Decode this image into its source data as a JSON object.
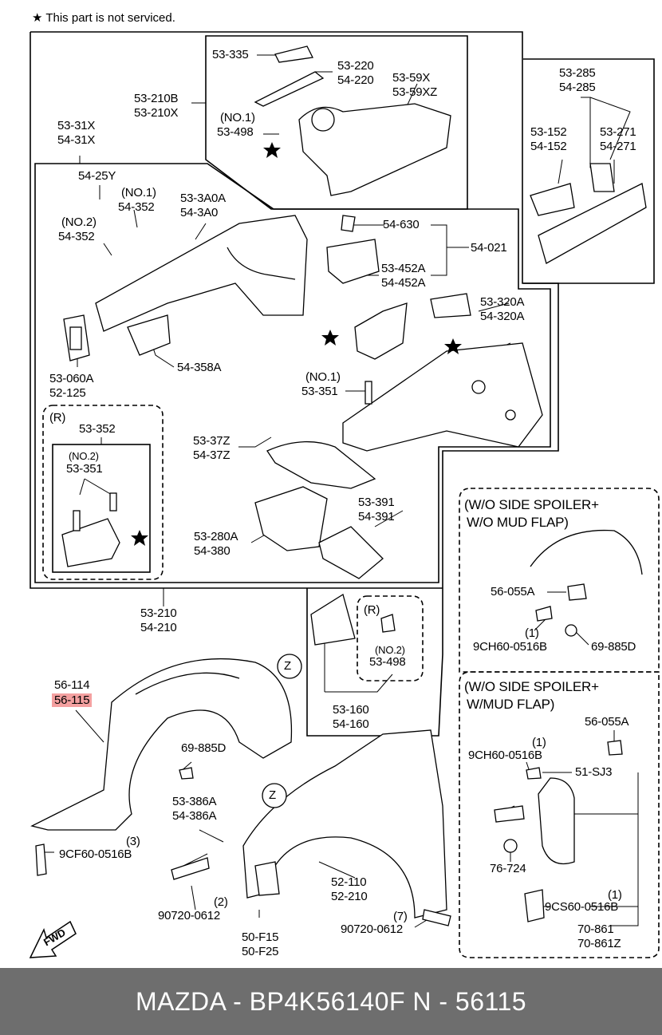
{
  "note": "★ This part is not serviced.",
  "labels": {
    "l_53335": "53-335",
    "l_53220": "53-220",
    "l_54220": "54-220",
    "l_5359x": "53-59X",
    "l_5359xz": "53-59XZ",
    "l_53210b": "53-210B",
    "l_53210x": "53-210X",
    "l_no1a": "(NO.1)",
    "l_53498a": "53-498",
    "l_5331x": "53-31X",
    "l_5431x": "54-31X",
    "l_5425y": "54-25Y",
    "l_no1b": "(NO.1)",
    "l_54352a": "54-352",
    "l_no2a": "(NO.2)",
    "l_54352b": "54-352",
    "l_533a0a": "53-3A0A",
    "l_543a0": "54-3A0",
    "l_54630": "54-630",
    "l_54021": "54-021",
    "l_53452a": "53-452A",
    "l_54452a": "54-452A",
    "l_53285": "53-285",
    "l_54285": "54-285",
    "l_53152": "53-152",
    "l_54152": "54-152",
    "l_53271": "53-271",
    "l_54271": "54-271",
    "l_53320a": "53-320A",
    "l_54320a": "54-320A",
    "l_54358a": "54-358A",
    "l_53060a": "53-060A",
    "l_52125": "52-125",
    "l_no1c": "(NO.1)",
    "l_53351a": "53-351",
    "l_r1": "(R)",
    "l_53352": "53-352",
    "l_no2b": "(NO.2)",
    "l_53351b": "53-351",
    "l_5337z": "53-37Z",
    "l_5437z": "54-37Z",
    "l_53391": "53-391",
    "l_54391": "54-391",
    "l_53280a": "53-280A",
    "l_54380": "54-380",
    "l_wo1a": "(W/O SIDE SPOILER+",
    "l_wo1b": "W/O MUD FLAP)",
    "l_56055a1": "56-055A",
    "l_q1a": "(1)",
    "l_9ch1": "9CH60-0516B",
    "l_69885d1": "69-885D",
    "l_53210": "53-210",
    "l_54210": "54-210",
    "l_r2": "(R)",
    "l_no2c": "(NO.2)",
    "l_53498b": "53-498",
    "l_z1": "Z",
    "l_53160": "53-160",
    "l_54160": "54-160",
    "l_56114": "56-114",
    "l_56115": "56-115",
    "l_69885d2": "69-885D",
    "l_53386a": "53-386A",
    "l_54386a": "54-386A",
    "l_z2": "Z",
    "l_q3": "(3)",
    "l_9cf": "9CF60-0516B",
    "l_q2": "(2)",
    "l_90720a": "90720-0612",
    "l_50f15": "50-F15",
    "l_50f25": "50-F25",
    "l_52110": "52-110",
    "l_52210": "52-210",
    "l_q7": "(7)",
    "l_90720b": "90720-0612",
    "l_wo2a": "(W/O SIDE SPOILER+",
    "l_wo2b": "W/MUD FLAP)",
    "l_56055a2": "56-055A",
    "l_q1b": "(1)",
    "l_9ch2": "9CH60-0516B",
    "l_51sj3": "51-SJ3",
    "l_76724": "76-724",
    "l_q1c": "(1)",
    "l_9cs": "9CS60-0516B",
    "l_70861": "70-861",
    "l_70861z": "70-861Z",
    "l_fwd": "FWD"
  },
  "footer": "MAZDA - BP4K56140F     N - 56115",
  "colors": {
    "highlight": "#f4a0a0",
    "footer_bg": "#6e6e6e",
    "footer_text": "#ffffff"
  }
}
